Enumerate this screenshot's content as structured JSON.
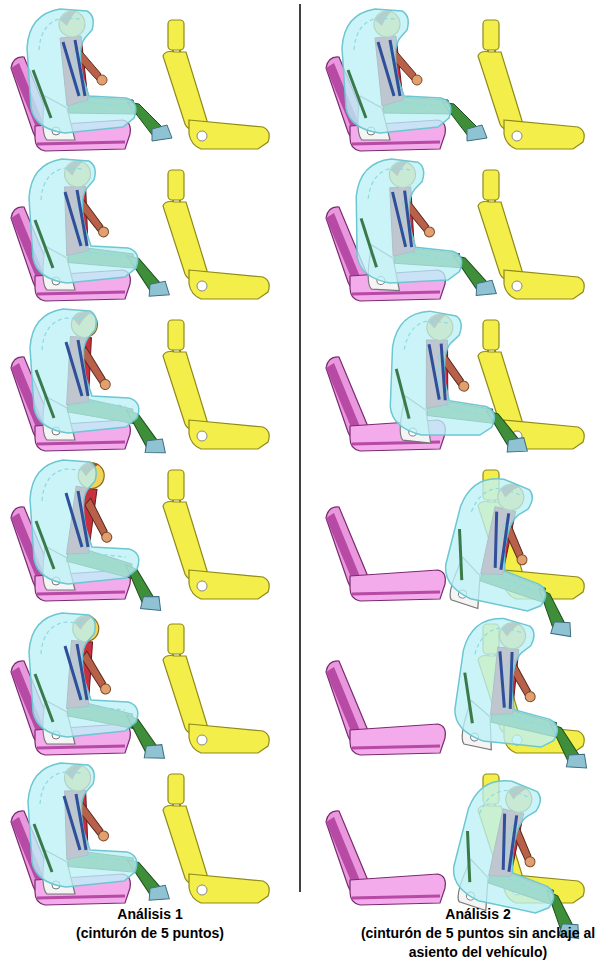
{
  "diagram": {
    "labels": [
      "Análisis 1",
      "(cinturón de 5 puntos)",
      "Análisis 2",
      "(cinturón de 5 puntos sin anclaje al asiento del vehículo)"
    ]
  }
}
